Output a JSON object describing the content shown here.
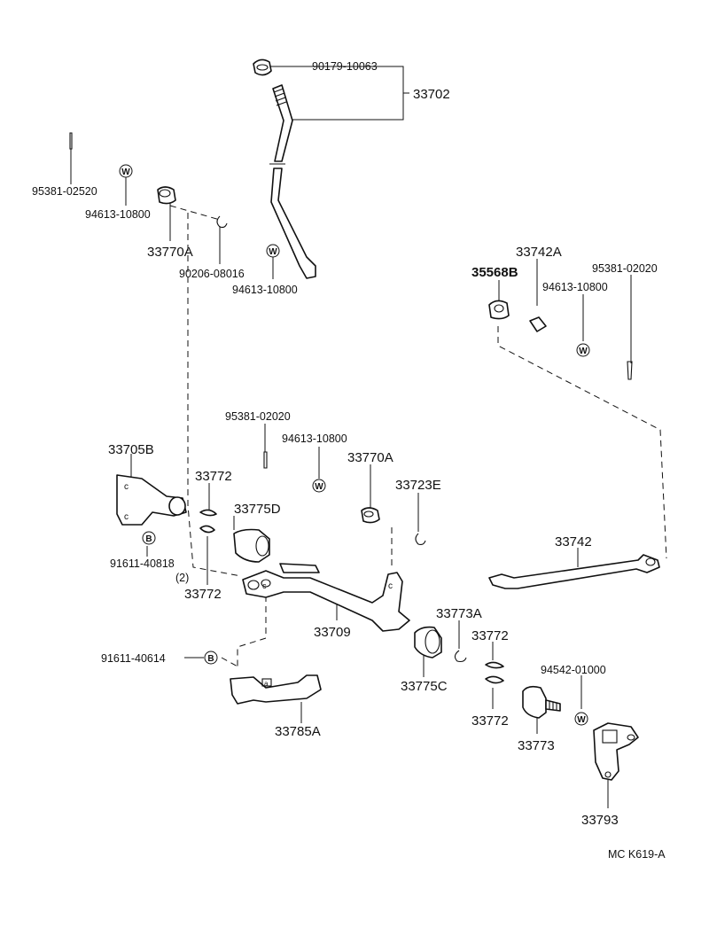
{
  "labels": {
    "p90179_10063": "90179-10063",
    "p33702": "33702",
    "p95381_02520": "95381-02520",
    "p94613_10800_a": "94613-10800",
    "p33770A_a": "33770A",
    "p90206_08016": "90206-08016",
    "p94613_10800_b": "94613-10800",
    "p33742A": "33742A",
    "p35568B": "35568B",
    "p95381_02020_a": "95381-02020",
    "p94613_10800_c": "94613-10800",
    "p95381_02020_b": "95381-02020",
    "p94613_10800_d": "94613-10800",
    "p33770A_b": "33770A",
    "p33705B": "33705B",
    "p33772_a": "33772",
    "p33775D": "33775D",
    "p33723E": "33723E",
    "p91611_40818": "91611-40818",
    "qty_2": "(2)",
    "p33772_b": "33772",
    "p33742": "33742",
    "p33709": "33709",
    "p33773A": "33773A",
    "p33772_c": "33772",
    "p91611_40614": "91611-40614",
    "p94542_01000": "94542-01000",
    "p33775C": "33775C",
    "p33772_d": "33772",
    "p33785A": "33785A",
    "p33773": "33773",
    "p33793": "33793",
    "footer_code": "MC  K619-A"
  },
  "symbols": {
    "washer": "W",
    "bolt": "B"
  }
}
